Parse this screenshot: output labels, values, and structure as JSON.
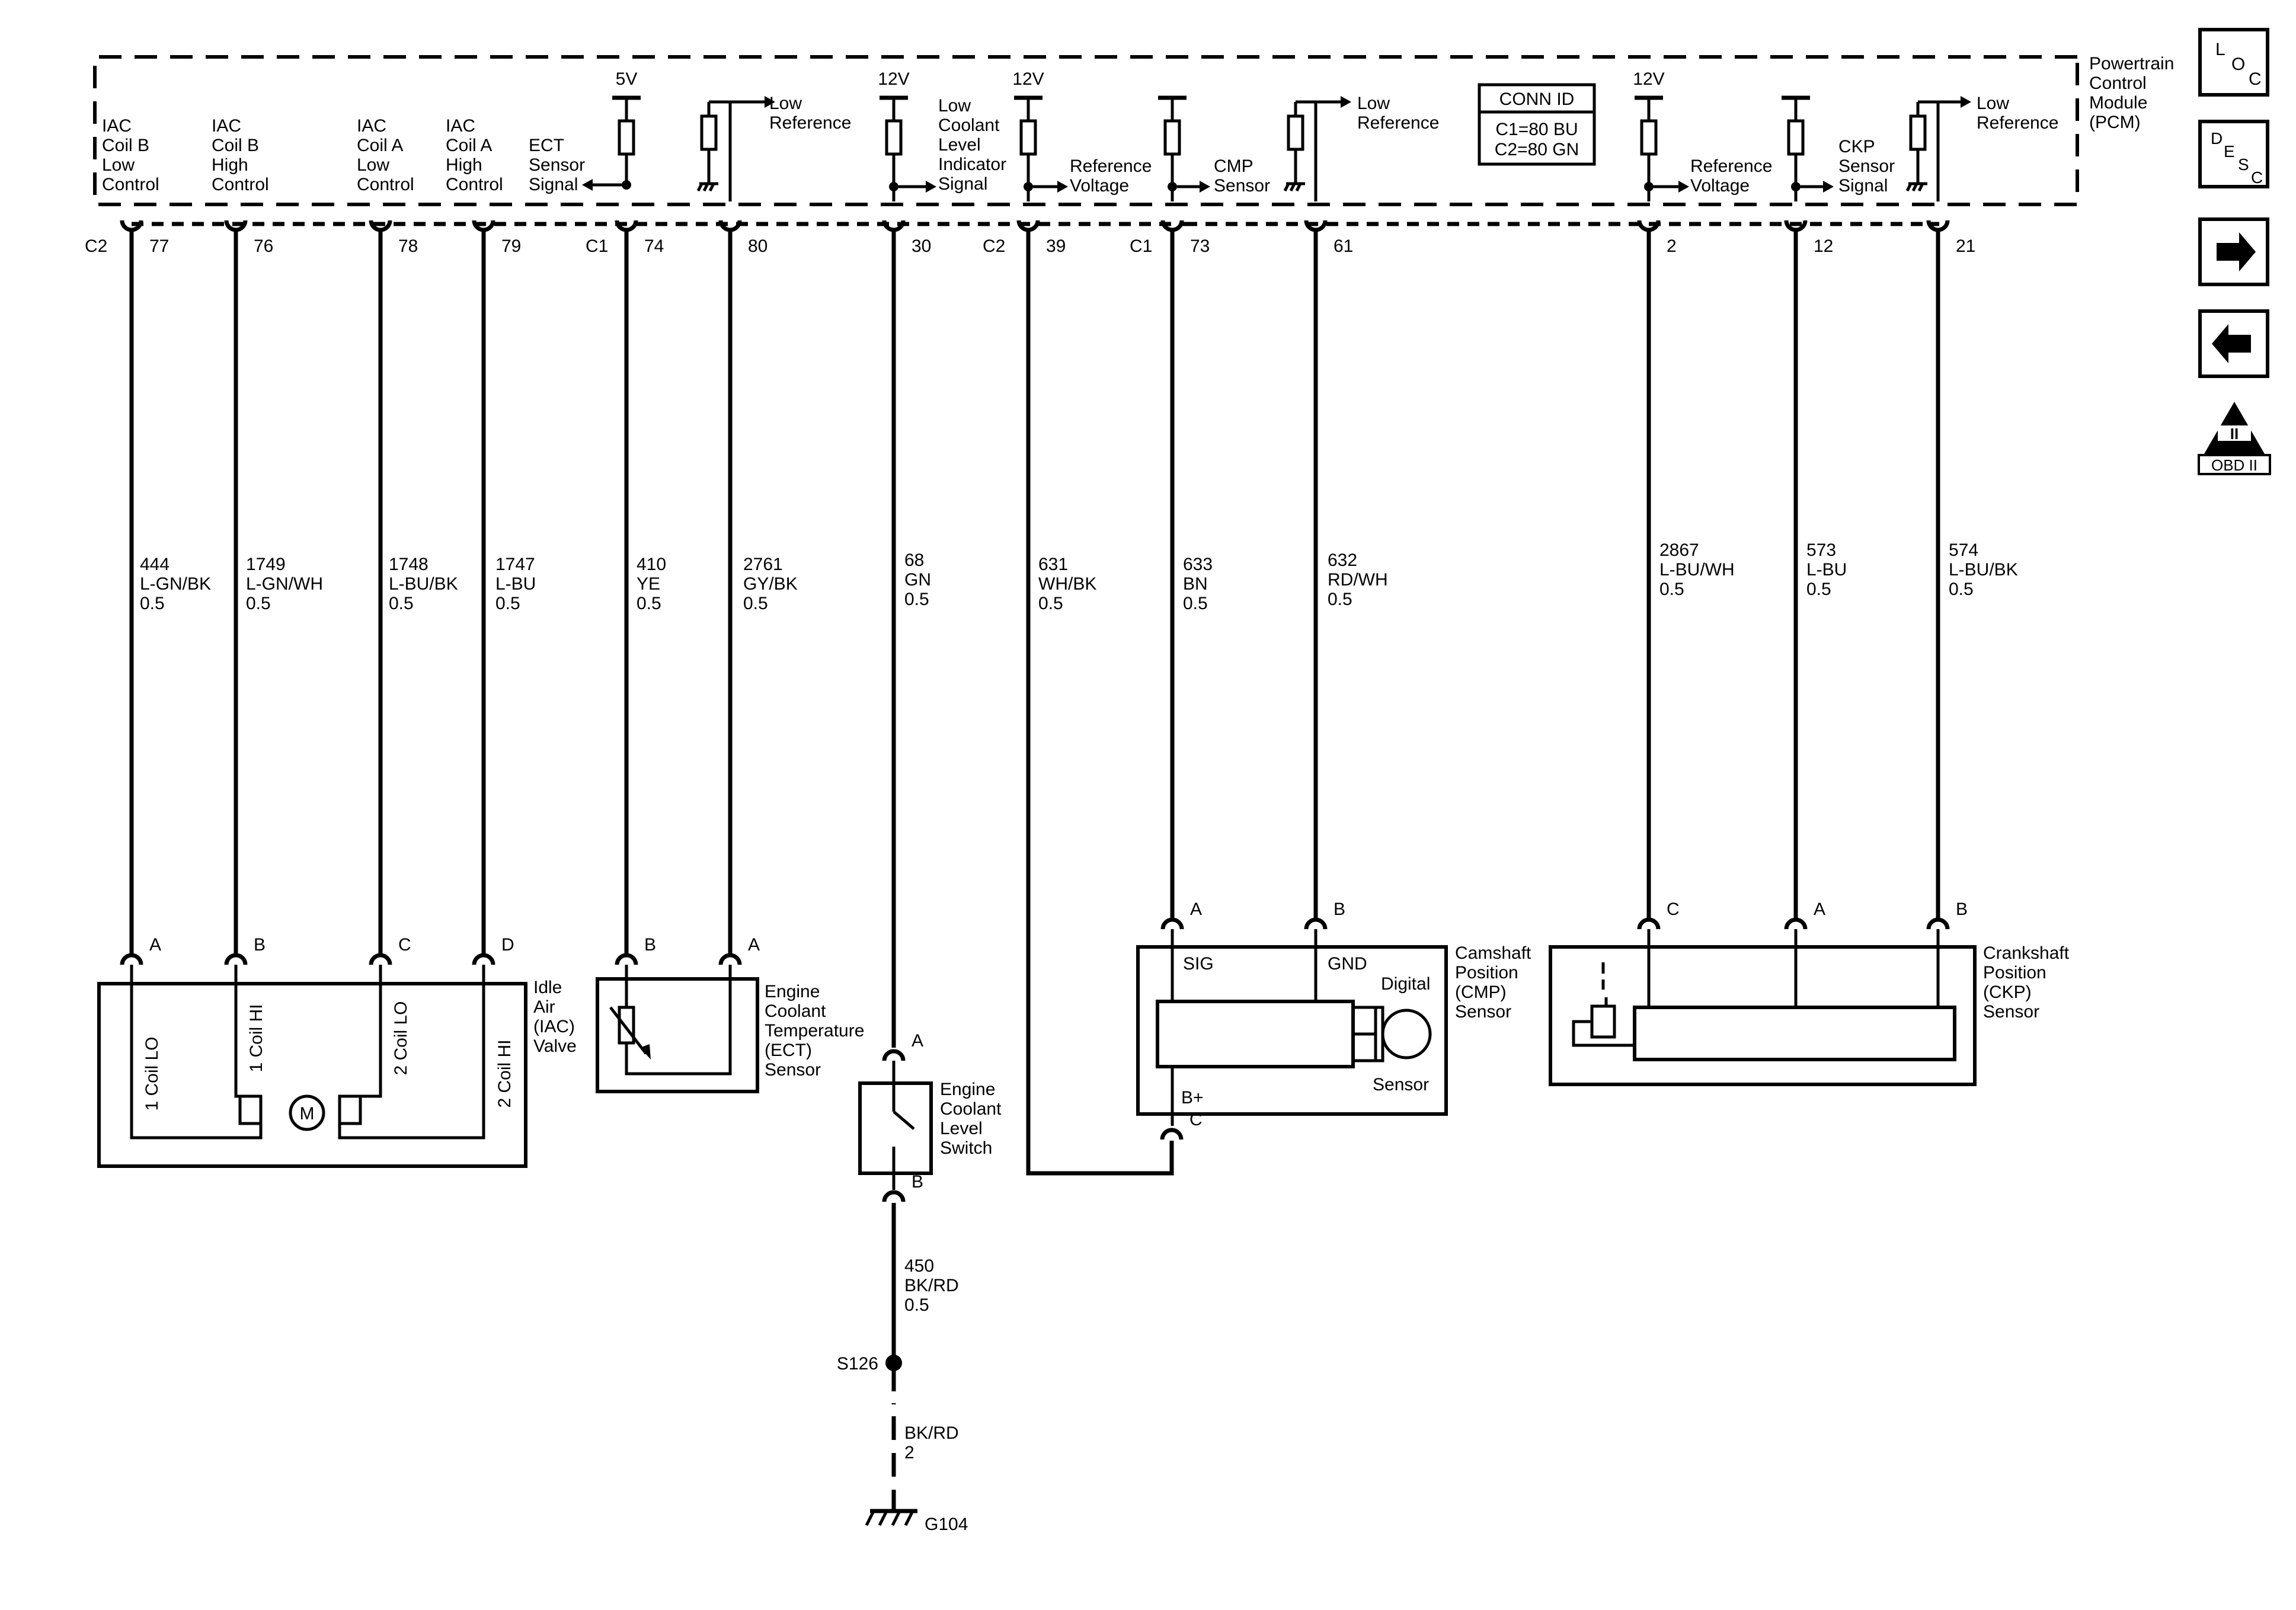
{
  "module": {
    "name": [
      "Powertrain",
      "Control",
      "Module",
      "(PCM)"
    ]
  },
  "conn_id": {
    "title": "CONN ID",
    "lines": [
      "C1=80 BU",
      "C2=80 GN"
    ]
  },
  "voltages": {
    "v5": "5V",
    "v12": "12V"
  },
  "pcm_labels": {
    "iac_b_low": [
      "IAC",
      "Coil B",
      "Low",
      "Control"
    ],
    "iac_b_high": [
      "IAC",
      "Coil B",
      "High",
      "Control"
    ],
    "iac_a_low": [
      "IAC",
      "Coil A",
      "Low",
      "Control"
    ],
    "iac_a_high": [
      "IAC",
      "Coil A",
      "High",
      "Control"
    ],
    "ect_signal": [
      "ECT",
      "Sensor",
      "Signal"
    ],
    "low_ref": [
      "Low",
      "Reference"
    ],
    "coolant_indicator": [
      "Low",
      "Coolant",
      "Level",
      "Indicator",
      "Signal"
    ],
    "ref_voltage": [
      "Reference",
      "Voltage"
    ],
    "cmp_sensor": [
      "CMP",
      "Sensor"
    ],
    "ckp_signal": [
      "CKP",
      "Sensor",
      "Signal"
    ]
  },
  "connectors": {
    "c1": "C1",
    "c2": "C2"
  },
  "pins": [
    "77",
    "76",
    "78",
    "79",
    "74",
    "80",
    "30",
    "39",
    "73",
    "61",
    "2",
    "12",
    "21"
  ],
  "wires": [
    [
      "444",
      "L-GN/BK",
      "0.5"
    ],
    [
      "1749",
      "L-GN/WH",
      "0.5"
    ],
    [
      "1748",
      "L-BU/BK",
      "0.5"
    ],
    [
      "1747",
      "L-BU",
      "0.5"
    ],
    [
      "410",
      "YE",
      "0.5"
    ],
    [
      "2761",
      "GY/BK",
      "0.5"
    ],
    [
      "68",
      "GN",
      "0.5"
    ],
    [
      "631",
      "WH/BK",
      "0.5"
    ],
    [
      "633",
      "BN",
      "0.5"
    ],
    [
      "632",
      "RD/WH",
      "0.5"
    ],
    [
      "2867",
      "L-BU/WH",
      "0.5"
    ],
    [
      "573",
      "L-BU",
      "0.5"
    ],
    [
      "574",
      "L-BU/BK",
      "0.5"
    ],
    [
      "450",
      "BK/RD",
      "0.5"
    ],
    [
      "BK/RD",
      "2"
    ]
  ],
  "terminals": {
    "a": "A",
    "b": "B",
    "c": "C",
    "d": "D"
  },
  "iac": {
    "name": [
      "Idle",
      "Air",
      "(IAC)",
      "Valve"
    ],
    "coils": [
      "1 Coil LO",
      "1 Coil HI",
      "2 Coil LO",
      "2 Coil HI"
    ],
    "motor": "M"
  },
  "ect": {
    "name": [
      "Engine",
      "Coolant",
      "Temperature",
      "(ECT)",
      "Sensor"
    ]
  },
  "coolant_switch": {
    "name": [
      "Engine",
      "Coolant",
      "Level",
      "Switch"
    ]
  },
  "cmp": {
    "name": [
      "Camshaft",
      "Position",
      "(CMP)",
      "Sensor"
    ],
    "sig": "SIG",
    "gnd": "GND",
    "bplus": "B+",
    "digital": "Digital",
    "sensor": "Sensor"
  },
  "ckp": {
    "name": [
      "Crankshaft",
      "Position",
      "(CKP)",
      "Sensor"
    ]
  },
  "splice": "S126",
  "ground": "G104",
  "nav": {
    "loc": [
      "L",
      "O",
      "C"
    ],
    "desc": [
      "D",
      "E",
      "S",
      "C"
    ],
    "obd_roman": "II",
    "obd_text": "OBD II"
  }
}
